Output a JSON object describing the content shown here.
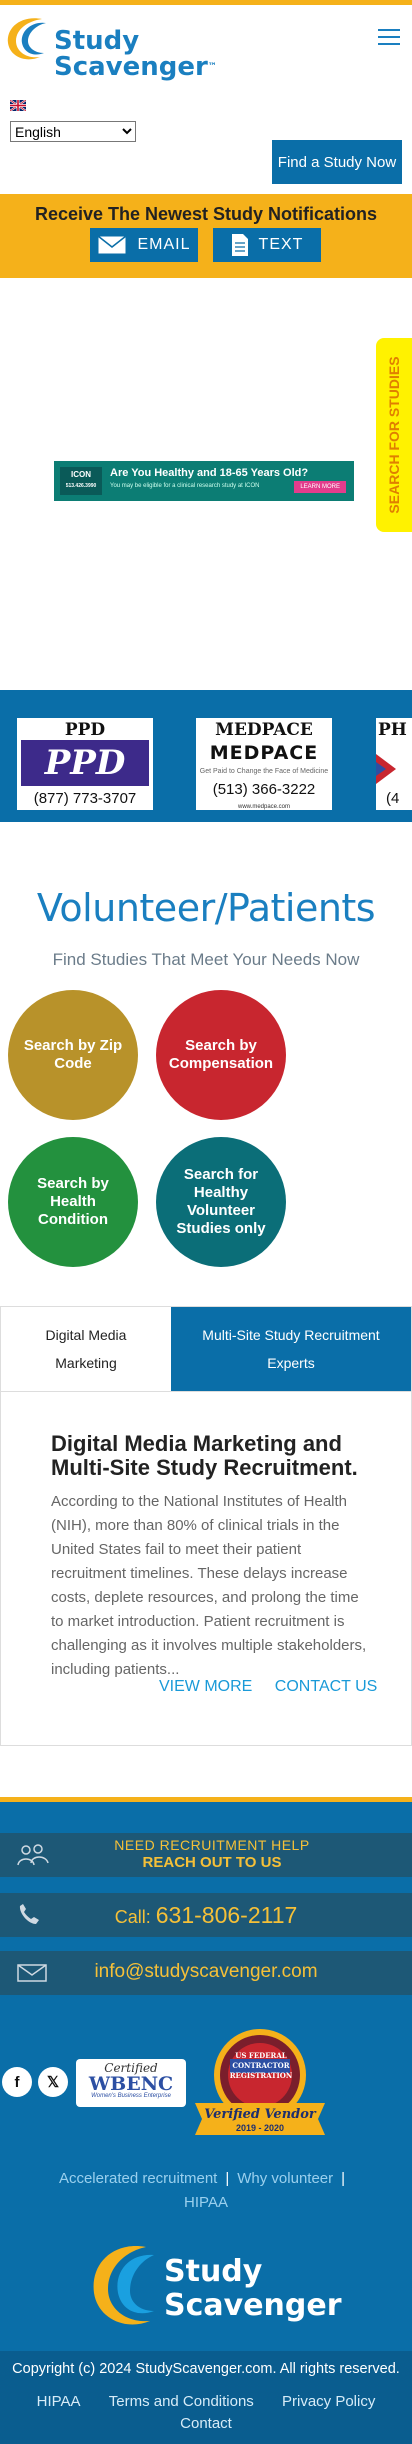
{
  "header": {
    "brand_line1": "Study",
    "brand_line2": "Scavenger",
    "brand_tm": "™",
    "menu_icon": "hamburger-icon"
  },
  "language": {
    "selected": "English",
    "flag_icon": "uk-flag-icon"
  },
  "find_study_button": "Find a Study Now",
  "notifications": {
    "title": "Receive The Newest Study Notifications",
    "email_label": "EMAIL",
    "text_label": "TEXT"
  },
  "side_tab": "SEARCH FOR STUDIES",
  "ad_banner": {
    "brand": "ICON",
    "phone": "513.426.3990",
    "headline": "Are You Healthy and 18-65 Years Old?",
    "subtext": "You may be eligible for a clinical research study at ICON",
    "cta": "LEARN MORE"
  },
  "sponsors": [
    {
      "name": "PPD",
      "mark": "PPD",
      "phone": "(877) 773-3707"
    },
    {
      "name": "MEDPACE",
      "mark": "MEDPACE",
      "tagline": "Get Paid to Change the Face of Medicine",
      "phone": "(513) 366-3222",
      "url": "www.medpace.com"
    },
    {
      "name": "PH",
      "phone": "(4"
    }
  ],
  "volunteer": {
    "title": "Volunteer/Patients",
    "subtitle": "Find Studies That Meet Your Needs Now",
    "buttons": [
      "Search by Zip Code",
      "Search by Compensation",
      "Search by Health Condition",
      "Search for Healthy Volunteer Studies only"
    ]
  },
  "tabs": [
    {
      "label": "Digital Media Marketing",
      "active": false
    },
    {
      "label": "Multi-Site Study Recruitment Experts",
      "active": true
    }
  ],
  "panel": {
    "heading": "Digital Media Marketing and Multi-Site Study Recruitment.",
    "body": "According to the National Institutes of Health (NIH), more than 80% of clinical trials in the United States fail to meet their patient recruitment timelines. These delays increase costs, deplete resources, and prolong the time to market introduction. Patient recruitment is challenging as it involves multiple stakeholders, including patients...",
    "view_more": "VIEW MORE",
    "contact_us": "CONTACT US"
  },
  "footer": {
    "need_help": "NEED RECRUITMENT HELP",
    "reach_out": "REACH OUT TO US",
    "call_label": "Call:",
    "phone": "631-806-2117",
    "email": "info@studyscavenger.com",
    "wbenc_certified": "Certified",
    "wbenc_mark": "WBENC",
    "wbenc_sub": "Women's Business Enterprise",
    "badge_top": "US FEDERAL CONTRACTOR REGISTRATION",
    "badge_ribbon": "Verified Vendor",
    "badge_years": "2019 - 2020",
    "links": [
      "Accelerated recruitment",
      "Why volunteer",
      "HIPAA"
    ],
    "brand_line1": "Study",
    "brand_line2": "Scavenger",
    "copyright": "Copyright (c) 2024 StudyScavenger.com. All rights reserved.",
    "bottom_links": [
      "HIPAA",
      "Terms and Conditions",
      "Privacy Policy"
    ],
    "contact": "Contact"
  },
  "colors": {
    "brand_blue": "#0a6ea8",
    "accent_yellow": "#f5b11a",
    "zip_gold": "#b8922a",
    "comp_red": "#c8262f",
    "health_green": "#23913e",
    "healthy_teal": "#0b6e78"
  }
}
